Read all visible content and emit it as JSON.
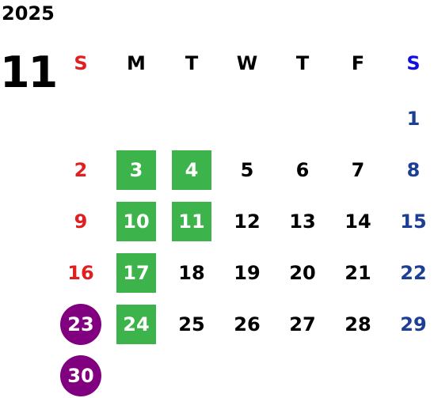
{
  "calendar": {
    "year": "2025",
    "month": "11",
    "weekdays": [
      "S",
      "M",
      "T",
      "W",
      "T",
      "F",
      "S"
    ],
    "days": [
      {
        "label": "1",
        "weekday": 6,
        "week": 0,
        "style": "sat"
      },
      {
        "label": "2",
        "weekday": 0,
        "week": 1,
        "style": "sun"
      },
      {
        "label": "3",
        "weekday": 1,
        "week": 1,
        "style": "green"
      },
      {
        "label": "4",
        "weekday": 2,
        "week": 1,
        "style": "green"
      },
      {
        "label": "5",
        "weekday": 3,
        "week": 1,
        "style": "normal"
      },
      {
        "label": "6",
        "weekday": 4,
        "week": 1,
        "style": "normal"
      },
      {
        "label": "7",
        "weekday": 5,
        "week": 1,
        "style": "normal"
      },
      {
        "label": "8",
        "weekday": 6,
        "week": 1,
        "style": "sat"
      },
      {
        "label": "9",
        "weekday": 0,
        "week": 2,
        "style": "sun"
      },
      {
        "label": "10",
        "weekday": 1,
        "week": 2,
        "style": "green"
      },
      {
        "label": "11",
        "weekday": 2,
        "week": 2,
        "style": "green"
      },
      {
        "label": "12",
        "weekday": 3,
        "week": 2,
        "style": "normal"
      },
      {
        "label": "13",
        "weekday": 4,
        "week": 2,
        "style": "normal"
      },
      {
        "label": "14",
        "weekday": 5,
        "week": 2,
        "style": "normal"
      },
      {
        "label": "15",
        "weekday": 6,
        "week": 2,
        "style": "sat"
      },
      {
        "label": "16",
        "weekday": 0,
        "week": 3,
        "style": "sun"
      },
      {
        "label": "17",
        "weekday": 1,
        "week": 3,
        "style": "green"
      },
      {
        "label": "18",
        "weekday": 2,
        "week": 3,
        "style": "normal"
      },
      {
        "label": "19",
        "weekday": 3,
        "week": 3,
        "style": "normal"
      },
      {
        "label": "20",
        "weekday": 4,
        "week": 3,
        "style": "normal"
      },
      {
        "label": "21",
        "weekday": 5,
        "week": 3,
        "style": "normal"
      },
      {
        "label": "22",
        "weekday": 6,
        "week": 3,
        "style": "sat"
      },
      {
        "label": "23",
        "weekday": 0,
        "week": 4,
        "style": "purple"
      },
      {
        "label": "24",
        "weekday": 1,
        "week": 4,
        "style": "green"
      },
      {
        "label": "25",
        "weekday": 2,
        "week": 4,
        "style": "normal"
      },
      {
        "label": "26",
        "weekday": 3,
        "week": 4,
        "style": "normal"
      },
      {
        "label": "27",
        "weekday": 4,
        "week": 4,
        "style": "normal"
      },
      {
        "label": "28",
        "weekday": 5,
        "week": 4,
        "style": "normal"
      },
      {
        "label": "29",
        "weekday": 6,
        "week": 4,
        "style": "sat"
      },
      {
        "label": "30",
        "weekday": 0,
        "week": 5,
        "style": "purple"
      }
    ]
  },
  "colors": {
    "sunday": "#e02020",
    "saturday_header": "#1010e0",
    "saturday": "#1c3f94",
    "highlight_green": "#3cb44b",
    "highlight_purple": "#800080"
  }
}
